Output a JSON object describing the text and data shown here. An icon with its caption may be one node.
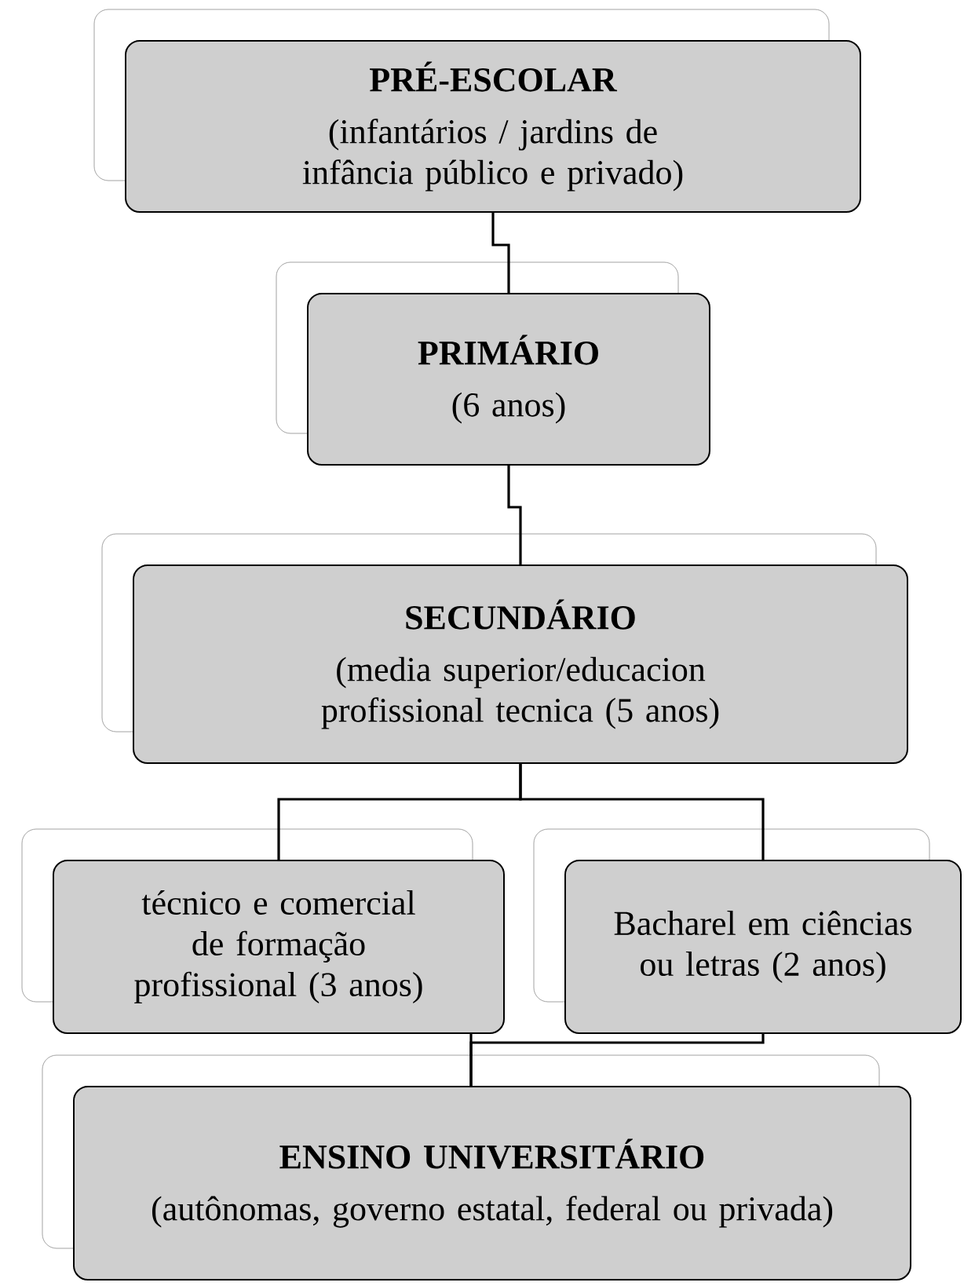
{
  "diagram": {
    "nodes": [
      {
        "text": [
          "PRÉ-ESCOLAR",
          "(infantários / jardins de infância público e privado)"
        ]
      },
      {
        "text": [
          "PRIMÁRIO",
          "(6 anos)"
        ]
      },
      {
        "text": [
          "SECUNDÁRIO",
          "(media superior/educacion profissional tecnica (5 anos)"
        ]
      },
      {
        "text": [
          "técnico e comercial de formação profissional (3 anos)"
        ]
      },
      {
        "text": [
          "Bacharel em ciências ou letras (2 anos)"
        ]
      },
      {
        "text": [
          "ENSINO UNIVERSITÁRIO",
          "(autônomas, governo estatal, federal ou privada)"
        ]
      }
    ],
    "edges": [
      {
        "from": 0,
        "to": 1,
        "arrow": "none"
      },
      {
        "from": 1,
        "to": 2,
        "arrow": "none"
      },
      {
        "from": 2,
        "to": 3,
        "arrow": "none"
      },
      {
        "from": 2,
        "to": 4,
        "arrow": "none"
      },
      {
        "from": 3,
        "to": 5,
        "arrow": "none"
      },
      {
        "from": 4,
        "to": 5,
        "arrow": "none"
      }
    ]
  }
}
